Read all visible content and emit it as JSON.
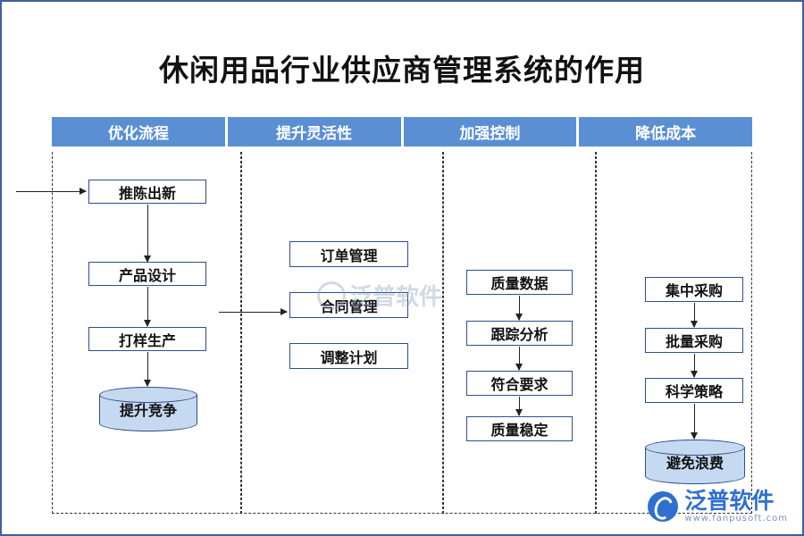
{
  "page": {
    "title": "休闲用品行业供应商管理系统的作用",
    "border_color": "#3f5fa0",
    "header_color": "#5b8fd4",
    "node_border_color": "#2d4f8a",
    "cylinder_fill": "#c5d9f1"
  },
  "columns": [
    {
      "header": "优化流程",
      "nodes": [
        "推陈出新",
        "产品设计",
        "打样生产"
      ],
      "result": "提升竞争"
    },
    {
      "header": "提升灵活性",
      "nodes": [
        "订单管理",
        "合同管理",
        "调整计划"
      ],
      "result": ""
    },
    {
      "header": "加强控制",
      "nodes": [
        "质量数据",
        "跟踪分析",
        "符合要求",
        "质量稳定"
      ],
      "result": ""
    },
    {
      "header": "降低成本",
      "nodes": [
        "集中采购",
        "批量采购",
        "科学策略"
      ],
      "result": "避免浪费"
    }
  ],
  "watermark": {
    "center": "泛普软件",
    "logo_main": "泛普软件",
    "logo_sub": "www.fanpusoft.com"
  }
}
